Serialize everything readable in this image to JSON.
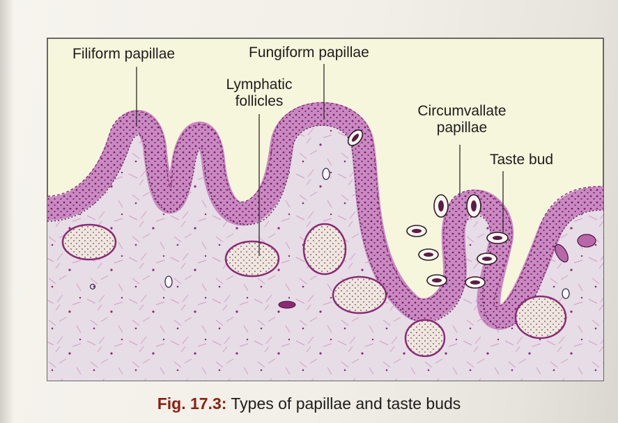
{
  "labels": {
    "filiform": "Filiform papillae",
    "fungiform": "Fungiform papillae",
    "lymphatic_line1": "Lymphatic",
    "lymphatic_line2": "follicles",
    "circumvallate_line1": "Circumvallate",
    "circumvallate_line2": "papillae",
    "taste_bud": "Taste bud"
  },
  "caption": {
    "figure_number": "Fig. 17.3:",
    "text": "Types of papillae and taste buds"
  },
  "colors": {
    "panel_background": "#f6f6dc",
    "connective_tissue": "#e6dde6",
    "epithelium": "#c98ac2",
    "epithelium_dots": "#7d1f6b",
    "follicle_fill": "#efe7de",
    "follicle_border": "#8a2a74",
    "caption_number": "#8b1f12"
  }
}
